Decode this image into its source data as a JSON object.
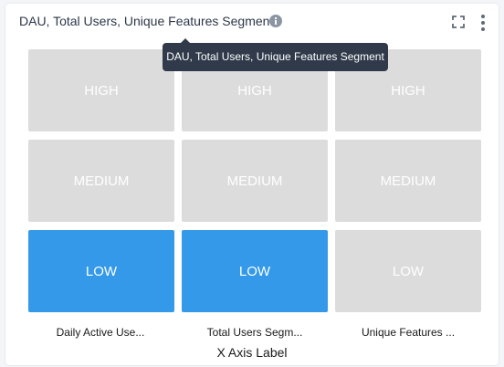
{
  "widget": {
    "title": "DAU, Total Users, Unique Features Segment",
    "tooltip": "DAU, Total Users, Unique Features Segment",
    "info_icon": "info-icon",
    "expand_icon": "expand-icon",
    "more_icon": "more-vertical-icon"
  },
  "grid": {
    "rows": [
      "HIGH",
      "MEDIUM",
      "LOW"
    ],
    "columns": [
      "Daily Active Use...",
      "Total Users Segm...",
      "Unique Features ..."
    ],
    "x_axis_label": "X Axis Label",
    "selected": {
      "Daily Active Use...": "LOW",
      "Total Users Segm...": "LOW",
      "Unique Features ...": ""
    },
    "colors": {
      "active": "#3399e8",
      "inactive": "#dcdcdc"
    }
  }
}
